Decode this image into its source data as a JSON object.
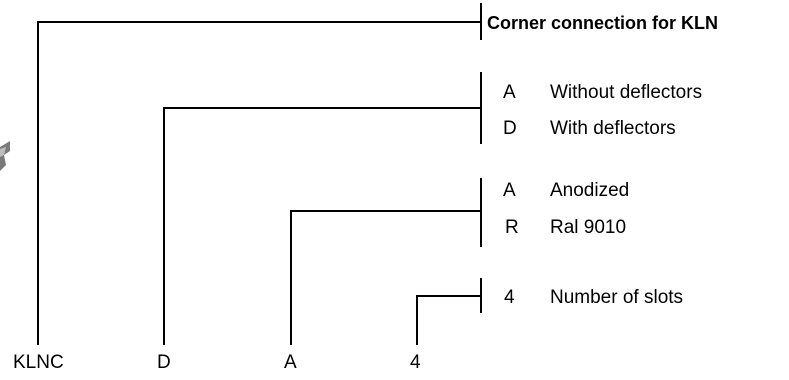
{
  "title": "Corner connection for KLN",
  "code_parts": [
    "KLNC",
    "D",
    "A",
    "4"
  ],
  "groups": [
    {
      "options": [
        {
          "code": "A",
          "label": "Without deflectors"
        },
        {
          "code": "D",
          "label": "With deflectors"
        }
      ]
    },
    {
      "options": [
        {
          "code": "A",
          "label": "Anodized"
        },
        {
          "code": "R",
          "label": "Ral 9010"
        }
      ]
    },
    {
      "options": [
        {
          "code": "4",
          "label": "Number of slots"
        }
      ]
    }
  ],
  "colors": {
    "line": "#000000",
    "text": "#000000",
    "partial_image": "#7a7a7a"
  }
}
